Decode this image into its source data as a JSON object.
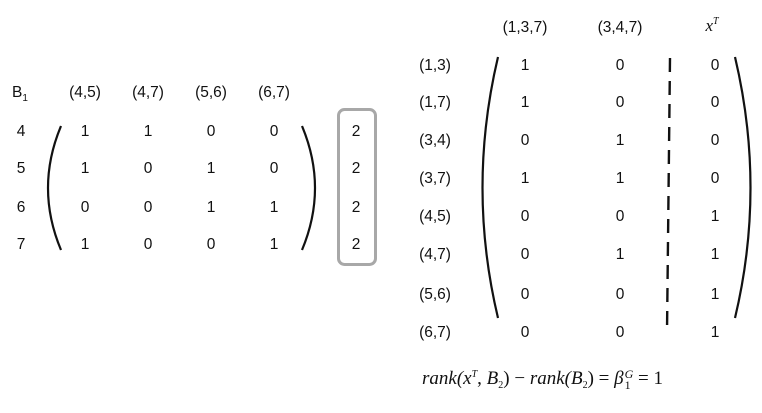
{
  "left_matrix": {
    "name_main": "B",
    "name_sub": "1",
    "column_headers": [
      "(4,5)",
      "(4,7)",
      "(5,6)",
      "(6,7)"
    ],
    "row_labels": [
      "4",
      "5",
      "6",
      "7"
    ],
    "rows": [
      [
        "1",
        "1",
        "0",
        "0"
      ],
      [
        "1",
        "0",
        "1",
        "0"
      ],
      [
        "0",
        "0",
        "1",
        "1"
      ],
      [
        "1",
        "0",
        "0",
        "1"
      ]
    ]
  },
  "boxed_vector": [
    "2",
    "2",
    "2",
    "2"
  ],
  "right_matrix": {
    "column_headers": [
      "(1,3,7)",
      "(3,4,7)"
    ],
    "extra_header_main": "x",
    "extra_header_sup": "T",
    "row_labels": [
      "(1,3)",
      "(1,7)",
      "(3,4)",
      "(3,7)",
      "(4,5)",
      "(4,7)",
      "(5,6)",
      "(6,7)"
    ],
    "rows": [
      [
        "1",
        "0",
        "0"
      ],
      [
        "1",
        "0",
        "0"
      ],
      [
        "0",
        "1",
        "0"
      ],
      [
        "1",
        "1",
        "0"
      ],
      [
        "0",
        "0",
        "1"
      ],
      [
        "0",
        "1",
        "1"
      ],
      [
        "0",
        "0",
        "1"
      ],
      [
        "0",
        "0",
        "1"
      ]
    ]
  },
  "formula": {
    "rank1_open": "rank(",
    "rank1_x": "x",
    "rank1_x_sup": "T",
    "rank1_rest": ", ",
    "rank1_B": "B",
    "rank1_B_sub": "2",
    "rank1_close": ") ",
    "minus": "−",
    "rank2_open": " rank(",
    "rank2_B": "B",
    "rank2_B_sub": "2",
    "rank2_close": ") = ",
    "beta": "β",
    "beta_sub": "1",
    "beta_sup": "G",
    "equals_value": " = 1"
  }
}
